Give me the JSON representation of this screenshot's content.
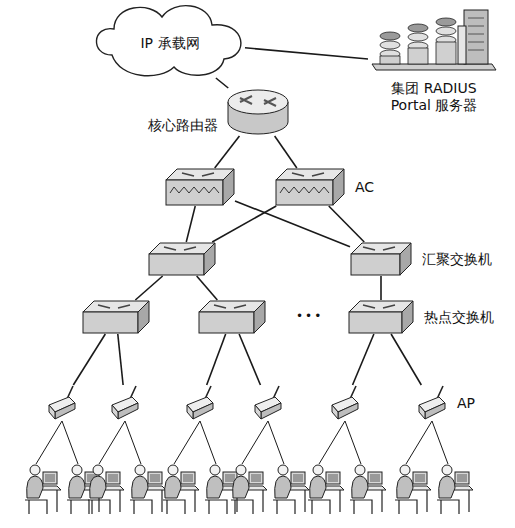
{
  "diagram": {
    "nodes": [
      {
        "text": [
          "IP 承载网"
        ]
      },
      {
        "text": [
          "集团 RADIUS Portal 服务器"
        ]
      },
      {
        "text": [
          "核心路由器"
        ]
      },
      {
        "text": []
      },
      {
        "text": [
          "AC"
        ]
      },
      {
        "text": []
      },
      {
        "text": [
          "汇聚交换机"
        ]
      },
      {
        "text": []
      },
      {
        "text": []
      },
      {
        "text": [
          "热点交换机"
        ]
      },
      {
        "text": []
      },
      {
        "text": []
      },
      {
        "text": []
      },
      {
        "text": []
      },
      {
        "text": []
      },
      {
        "text": [
          "AP"
        ]
      }
    ],
    "edges": [
      {
        "from": 0,
        "to": 1,
        "arrow": "none"
      },
      {
        "from": 0,
        "to": 2,
        "arrow": "none"
      },
      {
        "from": 2,
        "to": 3,
        "arrow": "none"
      },
      {
        "from": 2,
        "to": 4,
        "arrow": "none"
      },
      {
        "from": 3,
        "to": 5,
        "arrow": "none"
      },
      {
        "from": 3,
        "to": 6,
        "arrow": "none"
      },
      {
        "from": 4,
        "to": 5,
        "arrow": "none"
      },
      {
        "from": 4,
        "to": 6,
        "arrow": "none"
      },
      {
        "from": 5,
        "to": 7,
        "arrow": "none"
      },
      {
        "from": 5,
        "to": 8,
        "arrow": "none"
      },
      {
        "from": 6,
        "to": 9,
        "arrow": "none"
      },
      {
        "from": 7,
        "to": 10,
        "arrow": "none"
      },
      {
        "from": 7,
        "to": 11,
        "arrow": "none"
      },
      {
        "from": 8,
        "to": 12,
        "arrow": "none"
      },
      {
        "from": 8,
        "to": 13,
        "arrow": "none"
      },
      {
        "from": 9,
        "to": 14,
        "arrow": "none"
      },
      {
        "from": 9,
        "to": 15,
        "arrow": "none"
      }
    ],
    "labels": [
      "•••"
    ]
  }
}
